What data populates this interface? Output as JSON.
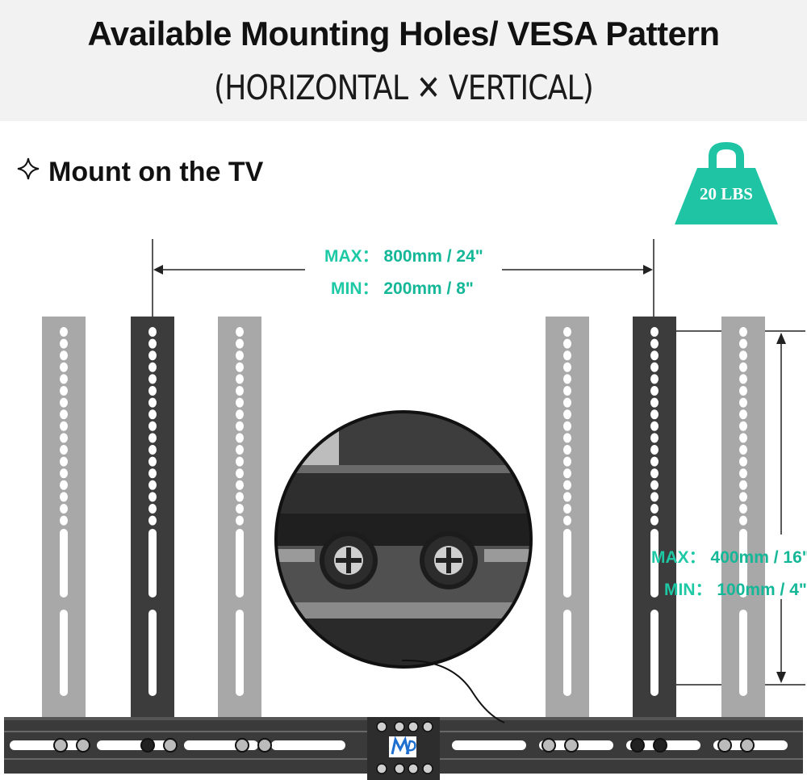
{
  "header": {
    "title": "Available Mounting Holes/ VESA Pattern",
    "subtitle": "(HORIZONTAL ✕ VERTICAL)"
  },
  "section": {
    "icon": "four-point-star-icon",
    "heading": "Mount on the TV"
  },
  "weight_badge": {
    "icon": "weight-icon",
    "label": "20 LBS",
    "color": "#1ec4a4"
  },
  "horizontal": {
    "max_key": "MAX：",
    "max_value": "800mm / 24\"",
    "min_key": "MIN：",
    "min_value": "200mm / 8\""
  },
  "vertical": {
    "max_key": "MAX：",
    "max_value": "400mm / 16\"",
    "min_key": "MIN：",
    "min_value": "100mm / 4\""
  },
  "colors": {
    "accent": "#1dc9a5",
    "arm_dark": "#3c3c3c",
    "arm_light": "#a8a8a8",
    "header_bg": "#f2f2f2"
  },
  "icons": {
    "logo": "mp-logo-icon",
    "zoom": "magnified-screw-detail"
  }
}
